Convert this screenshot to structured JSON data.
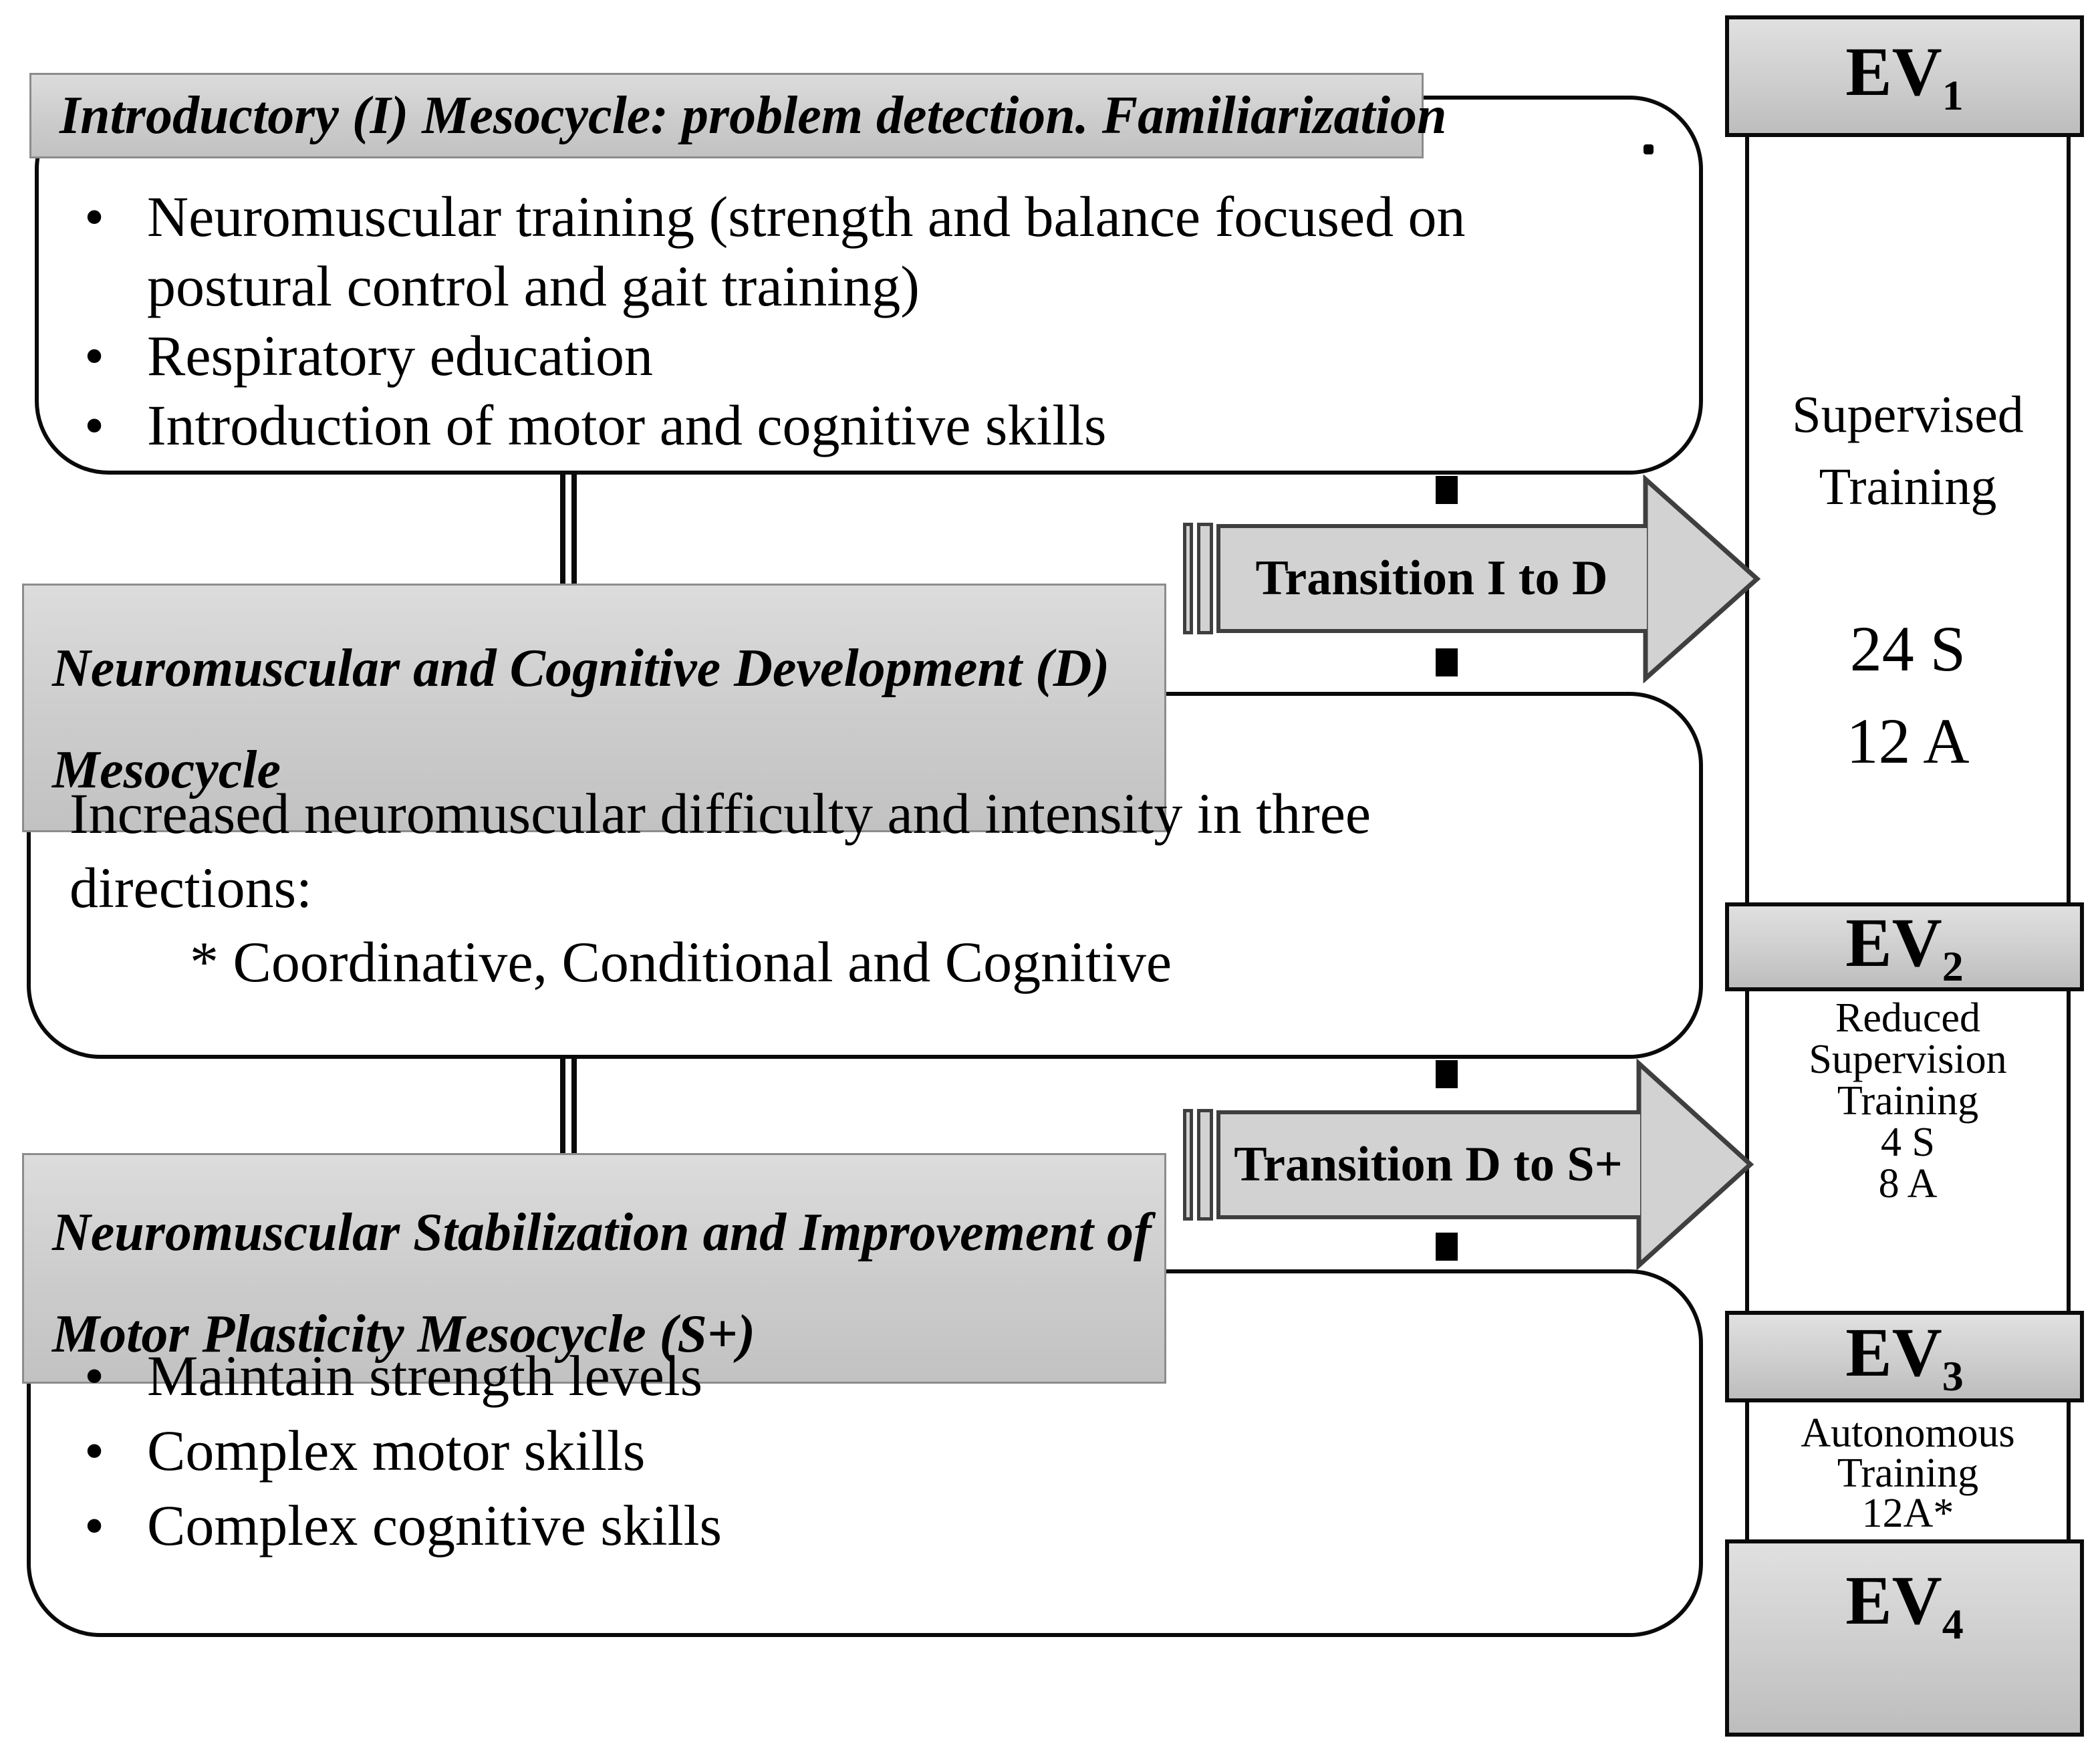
{
  "boxes": [
    {
      "header": "Introductory (I) Mesocycle: problem detection. Familiarization",
      "bullets": [
        "Neuromuscular training (strength and balance focused on postural control and gait training)",
        "Respiratory education",
        "Introduction of motor and cognitive skills"
      ]
    },
    {
      "header_lines": [
        "Neuromuscular and Cognitive Development (D)",
        "Mesocycle"
      ],
      "body_lines": [
        "Increased neuromuscular difficulty and intensity in three",
        "directions:",
        "* Coordinative, Conditional and Cognitive"
      ]
    },
    {
      "header_lines": [
        "Neuromuscular Stabilization and Improvement of",
        "Motor Plasticity Mesocycle (S+)"
      ],
      "bullets": [
        "Maintain strength levels",
        "Complex motor skills",
        "Complex cognitive skills"
      ]
    }
  ],
  "arrows": [
    {
      "label": "Transition I to D"
    },
    {
      "label": "Transition D to S+"
    }
  ],
  "timeline": {
    "events": [
      {
        "label": "EV",
        "sub": "1"
      },
      {
        "label": "EV",
        "sub": "2"
      },
      {
        "label": "EV",
        "sub": "3"
      },
      {
        "label": "EV",
        "sub": "4"
      }
    ],
    "sections": [
      {
        "lines": [
          "Supervised",
          "Training"
        ],
        "numbers": [
          "24 S",
          "12 A"
        ]
      },
      {
        "lines": [
          "Reduced",
          "Supervision",
          "Training",
          "4 S",
          "8 A"
        ]
      },
      {
        "lines": [
          "Autonomous",
          "Training",
          "12A*"
        ]
      }
    ]
  },
  "colors": {
    "background": "#ffffff",
    "box_border": "#0a0a0a",
    "band_fill_top": "#dcdcdc",
    "band_fill_bottom": "#c2c2c2",
    "band_border": "#8c8c8c",
    "arrow_fill": "#d2d2d2",
    "arrow_border": "#3f3f3f",
    "dash_color": "#000000"
  }
}
